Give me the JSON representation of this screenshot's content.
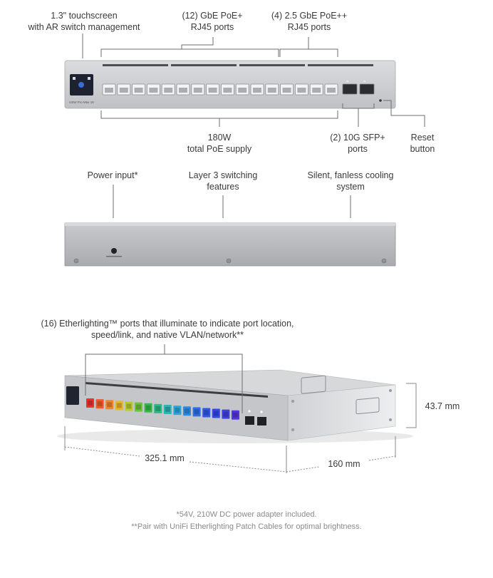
{
  "callouts": {
    "touchscreen": [
      "1.3\" touchscreen",
      "with AR switch management"
    ],
    "gbe_ports": [
      "(12) GbE PoE+",
      "RJ45 ports"
    ],
    "ports_25g": [
      "(4) 2.5 GbE PoE++",
      "RJ45 ports"
    ],
    "poe_supply": [
      "180W",
      "total PoE supply"
    ],
    "sfp_ports": [
      "(2) 10G SFP+",
      "ports"
    ],
    "reset": [
      "Reset",
      "button"
    ],
    "power_input": [
      "Power input*"
    ],
    "layer3": [
      "Layer 3 switching",
      "features"
    ],
    "fanless": [
      "Silent, fanless cooling",
      "system"
    ],
    "etherlighting": [
      "(16) Etherlighting™ ports that illuminate to indicate port location,",
      "speed/link, and native VLAN/network**"
    ]
  },
  "dimensions": {
    "width": "325.1 mm",
    "depth": "160 mm",
    "height": "43.7 mm"
  },
  "device_label": "USW Pro Max 16",
  "footnotes": [
    "*54V, 210W DC power adapter included.",
    "**Pair with UniFi Etherlighting Patch Cables for optimal brightness."
  ],
  "colors": {
    "chassis": "#c9cbcd",
    "leader_line": "#6e6e6e",
    "etherlighting": [
      "#e8322b",
      "#ef5a2a",
      "#f2842a",
      "#e9b52a",
      "#b9cc2f",
      "#6cc33b",
      "#35b948",
      "#2fb784",
      "#2cb5b5",
      "#2aa6d9",
      "#2b8be2",
      "#2c6fe6",
      "#2e58e6",
      "#3448e4",
      "#4040e0",
      "#5236dc"
    ]
  }
}
